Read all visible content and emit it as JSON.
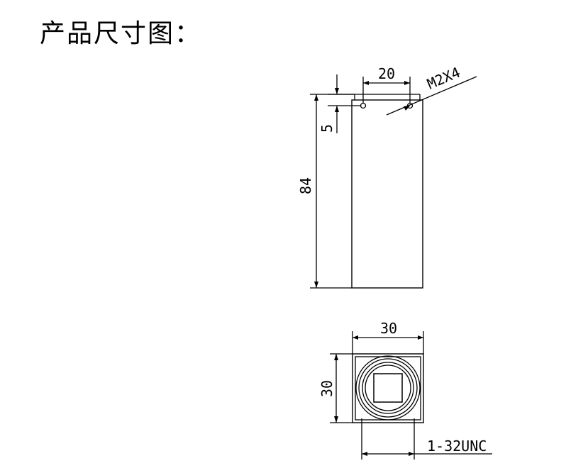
{
  "title": "产品尺寸图：",
  "side_view": {
    "top_width_dim": "20",
    "screw_callout": "M2X4",
    "top_offset_dim": "5",
    "height_dim": "84"
  },
  "front_view": {
    "width_dim": "30",
    "height_dim": "30",
    "thread_callout": "1-32UNC"
  }
}
